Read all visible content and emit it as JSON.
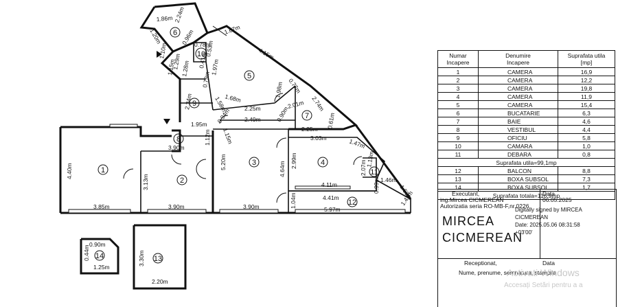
{
  "rooms": [
    {
      "num": "1"
    },
    {
      "num": "2"
    },
    {
      "num": "3"
    },
    {
      "num": "4"
    },
    {
      "num": "5"
    },
    {
      "num": "6"
    },
    {
      "num": "7"
    },
    {
      "num": "8"
    },
    {
      "num": "9"
    },
    {
      "num": "10"
    },
    {
      "num": "11"
    },
    {
      "num": "12"
    },
    {
      "num": "13"
    },
    {
      "num": "14"
    }
  ],
  "dimensions": {
    "d_186": "1.86m",
    "d_224": "2.24m",
    "d_120": "1.20m",
    "d_096": "0.96m",
    "d_110": "1.10m",
    "d_078": "0.78m",
    "d_053": "0.53m",
    "d_167": "1.67m",
    "d_415": "4.15m",
    "d_129": "1.29m",
    "d_041": "0.41m",
    "d_115a": "1.15m",
    "d_128": "1.28m",
    "d_197": "1.97m",
    "d_079": "0.79m",
    "d_077": "0.77m",
    "d_234": "2.34m",
    "d_158": "1.58m",
    "d_168": "1.68m",
    "d_198": "1.98m",
    "d_201": "2.01m",
    "d_274": "2.74m",
    "d_225a": "2.25m",
    "d_094": "0.94m",
    "d_115b": "1.15m",
    "d_249": "2.49m",
    "d_090": "0.90m",
    "d_225b": "2.25m",
    "d_061": "0.61m",
    "d_195": "1.95m",
    "d_390a": "3.90m",
    "d_112": "1.12m",
    "d_303": "3.03m",
    "d_147": "1.47m",
    "d_440": "4.40m",
    "d_520": "5.20m",
    "d_464": "4.64m",
    "d_299": "2.99m",
    "d_313": "3.13m",
    "d_207": "2.07m",
    "d_113": "1.13m",
    "d_411": "4.11m",
    "d_146": "1.46m",
    "d_153": "1.53m",
    "d_099": "0.99m",
    "d_441": "4.41m",
    "d_104": "1.04m",
    "d_141": "1.41m",
    "d_385": "3.85m",
    "d_390b": "3.90m",
    "d_390c": "3.90m",
    "d_597": "5.97m",
    "d_090b": "0.90m",
    "d_044": "0.44m",
    "d_125": "1.25m",
    "d_330": "3.30m",
    "d_220": "2.20m"
  },
  "table": {
    "headers": [
      "Numar\nIncapere",
      "Denumire\nIncapere",
      "Suprafata utila\n[mp]"
    ],
    "rows": [
      [
        "1",
        "CAMERA",
        "16,9"
      ],
      [
        "2",
        "CAMERA",
        "12,2"
      ],
      [
        "3",
        "CAMERA",
        "19,8"
      ],
      [
        "4",
        "CAMERA",
        "11,9"
      ],
      [
        "5",
        "CAMERA",
        "15,4"
      ],
      [
        "6",
        "BUCATARIE",
        "6,3"
      ],
      [
        "7",
        "BAIE",
        "4,6"
      ],
      [
        "8",
        "VESTIBUL",
        "4,4"
      ],
      [
        "9",
        "OFICIU",
        "5,8"
      ],
      [
        "10",
        "CAMARA",
        "1,0"
      ],
      [
        "11",
        "DEBARA",
        "0,8"
      ]
    ],
    "useful_total": "Suprafata utila=99,1mp",
    "rows2": [
      [
        "12",
        "BALCON",
        "8,8"
      ],
      [
        "13",
        "BOXA SUBSOL",
        "7,3"
      ],
      [
        "14",
        "BOXA SUBSOL",
        "1,7"
      ]
    ],
    "grand_total": "Suprafata totala=116,9mp"
  },
  "signature": {
    "executant_label": "Executant,",
    "executant_name": "ing.Mircea CICMEREAN",
    "authorization": "Autorizatia seria RO-MB-F,nr.0226",
    "date_label": "Data",
    "date_value": "06.05.2025",
    "sig_first": "MIRCEA",
    "sig_last": "CICMEREAN",
    "digital": "Digitally signed by MIRCEA\nCICMEREAN\nDate: 2025.05.06 08:31:58\n+03'00'",
    "receptionat": "Receptionat,",
    "date_label2": "Data",
    "fields": "Nume, prenume, semnatura, stampila"
  },
  "watermark": {
    "line1": "Activati Windows",
    "line2": "Accesați Setări pentru a a"
  }
}
